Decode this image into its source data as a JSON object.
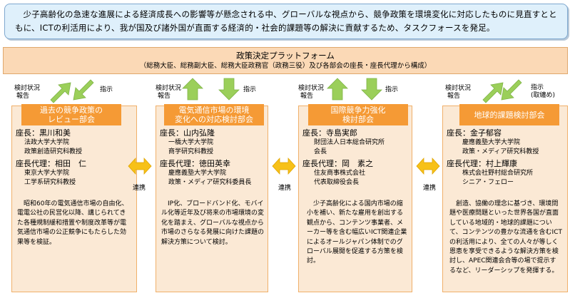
{
  "intro_text": "少子高齢化の急速な進展による経済成長への影響等が懸念される中、グローバルな視点から、競争政策を環境変化に対応したものに見直すとともに、ICTの利活用により、我が国及び諸外国が直面する経済的・社会的課題等の解決に貢献するため、タスクフォースを発足。",
  "platform": {
    "title": "政策決定プラットフォーム",
    "subtitle": "（総務大臣、総務副大臣、総務大臣政務官（政務三役）及び各部会の座長・座長代理から構成）"
  },
  "report_label_line1": "検討状況",
  "report_label_line2": "報告",
  "instruct_label": "指示",
  "instruct_note": "(取纏め)",
  "link_label": "連携",
  "colors": {
    "header": "#f59a35",
    "column_bg": "#fbe9d5",
    "arrow_green": "#9bcf5a",
    "arrow_yellow": "#f7c118",
    "intro_bg": "#dff0fb",
    "platform_bg": "#fbd9b6"
  },
  "columns": [
    {
      "title_line1": "過去の競争政策の",
      "title_line2": "レビュー部会",
      "chair_label": "座長：黒川和美",
      "chair_aff1": "法政大学大学院",
      "chair_aff2": "政策創造研究科教授",
      "vice_label": "座長代理：相田　仁",
      "vice_aff1": "東京大学大学院",
      "vice_aff2": "工学系研究科教授",
      "description": "昭和60年の電気通信市場の自由化、電電公社の民営化以降、講じられてきた各種規制緩和措置や制度改革等が電気通信市場の公正競争にもたらした効果等を検証。"
    },
    {
      "title_line1": "電気通信市場の環境",
      "title_line2": "変化への対応検討部会",
      "chair_label": "座長：山内弘隆",
      "chair_aff1": "一橋大学大学院",
      "chair_aff2": "商学研究科教授",
      "vice_label": "座長代理：徳田英幸",
      "vice_aff1": "慶應義塾大学大学院",
      "vice_aff2": "政策・メディア研究科委員長",
      "description": "IP化、ブロードバンド化、モバイル化等近年及び将来の市場環境の変化を踏まえ、グローバルな視点から市場のさらなる発展に向けた課題の解決方策について検討。"
    },
    {
      "title_line1": "国際競争力強化",
      "title_line2": "検討部会",
      "chair_label": "座長：寺島実郎",
      "chair_aff1": "財団法人日本総合研究所",
      "chair_aff2": "会長",
      "vice_label": "座長代理：岡　素之",
      "vice_aff1": "住友商事株式会社",
      "vice_aff2": "代表取締役会長",
      "description": "少子高齢化による国内市場の縮小を補い、新たな雇用を創出する観点から、コンテンツ事業者、メーカー等を含む幅広いICT関連企業によるオールジャパン体制でのグローバル展開を促進する方策を検討。"
    },
    {
      "title_line1": "地球的課題検討部会",
      "title_line2": "",
      "chair_label": "座長：金子郁容",
      "chair_aff1": "慶應義塾大学大学院",
      "chair_aff2": "政策・メディア研究科教授",
      "vice_label": "座長代理：村上輝康",
      "vice_aff1": "株式会社野村総合研究所",
      "vice_aff2": "シニア・フェロー",
      "description": "創造、協働の理念に基づき、環境問題や医療問題といった世界各国が直面している地域的・地球的課題について、コンテンツの豊かな流通を含むICTの利活用により、全ての人々が等しく恩恵を享受できるような解決方策を検討し、APEC関連会合等の場で提示するなど、リーダーシップを発揮する。"
    }
  ]
}
